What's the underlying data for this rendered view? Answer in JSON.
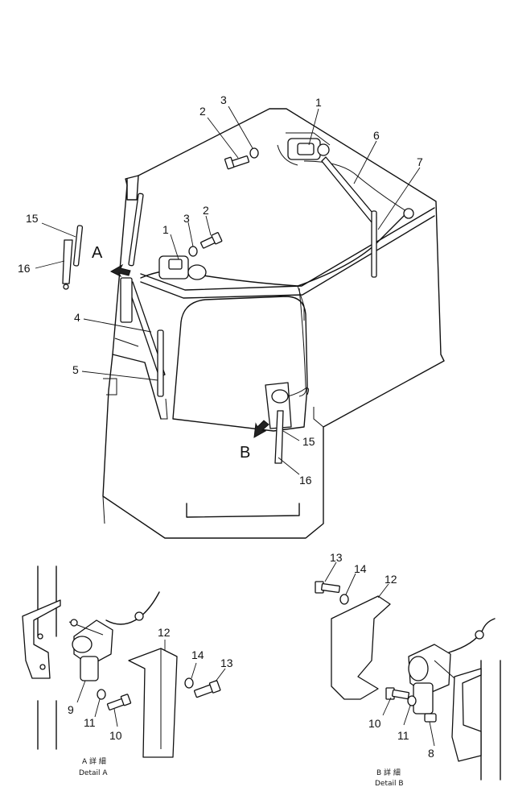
{
  "callouts": {
    "c1a": "1",
    "c2a": "2",
    "c3a": "3",
    "c6": "6",
    "c7": "7",
    "c15a": "15",
    "c16a": "16",
    "c1b": "1",
    "c3b": "3",
    "c2b": "2",
    "c4": "4",
    "c5": "5",
    "c15b": "15",
    "c16b": "16"
  },
  "view_labels": {
    "a": "A",
    "b": "B"
  },
  "detail_a": {
    "c9": "9",
    "c11": "11",
    "c10": "10",
    "c12": "12",
    "c14": "14",
    "c13": "13",
    "caption_jp": "A 詳 細",
    "caption_en": "Detail A"
  },
  "detail_b": {
    "c13": "13",
    "c14": "14",
    "c12": "12",
    "c10": "10",
    "c11": "11",
    "c8": "8",
    "caption_jp": "B 詳 細",
    "caption_en": "Detail B"
  }
}
